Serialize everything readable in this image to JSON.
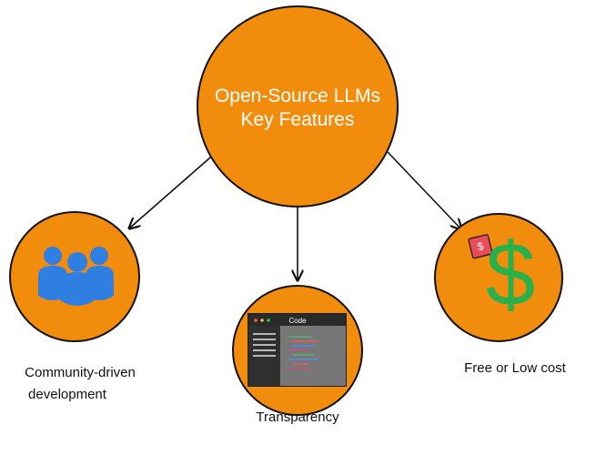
{
  "diagram": {
    "title": {
      "line1": "Open-Source LLMs",
      "line2": "Key Features"
    },
    "nodes": [
      {
        "id": "community",
        "label_line1": "Community-driven",
        "label_line2": "development",
        "icon": "people-icon"
      },
      {
        "id": "transparency",
        "label_line1": "Transparency",
        "label_line2": "",
        "icon": "code-window-icon"
      },
      {
        "id": "cost",
        "label_line1": "Free or Low cost",
        "label_line2": "",
        "icon": "dollar-icon"
      }
    ],
    "code_window": {
      "title": "Code"
    },
    "price_tag": {
      "symbol": "$"
    },
    "dollar": {
      "symbol": "$"
    }
  },
  "colors": {
    "node_fill": "#F28C0C",
    "node_stroke": "#111111",
    "center_text": "#FFFFFF",
    "label_text": "#111111",
    "people_icon": "#2F7FE3",
    "dollar_icon": "#28B04A",
    "tag_fill": "#E84C56",
    "code_bg": "#3A3A3A",
    "code_panel": "#777777",
    "code_border": "#1E1E1E"
  }
}
